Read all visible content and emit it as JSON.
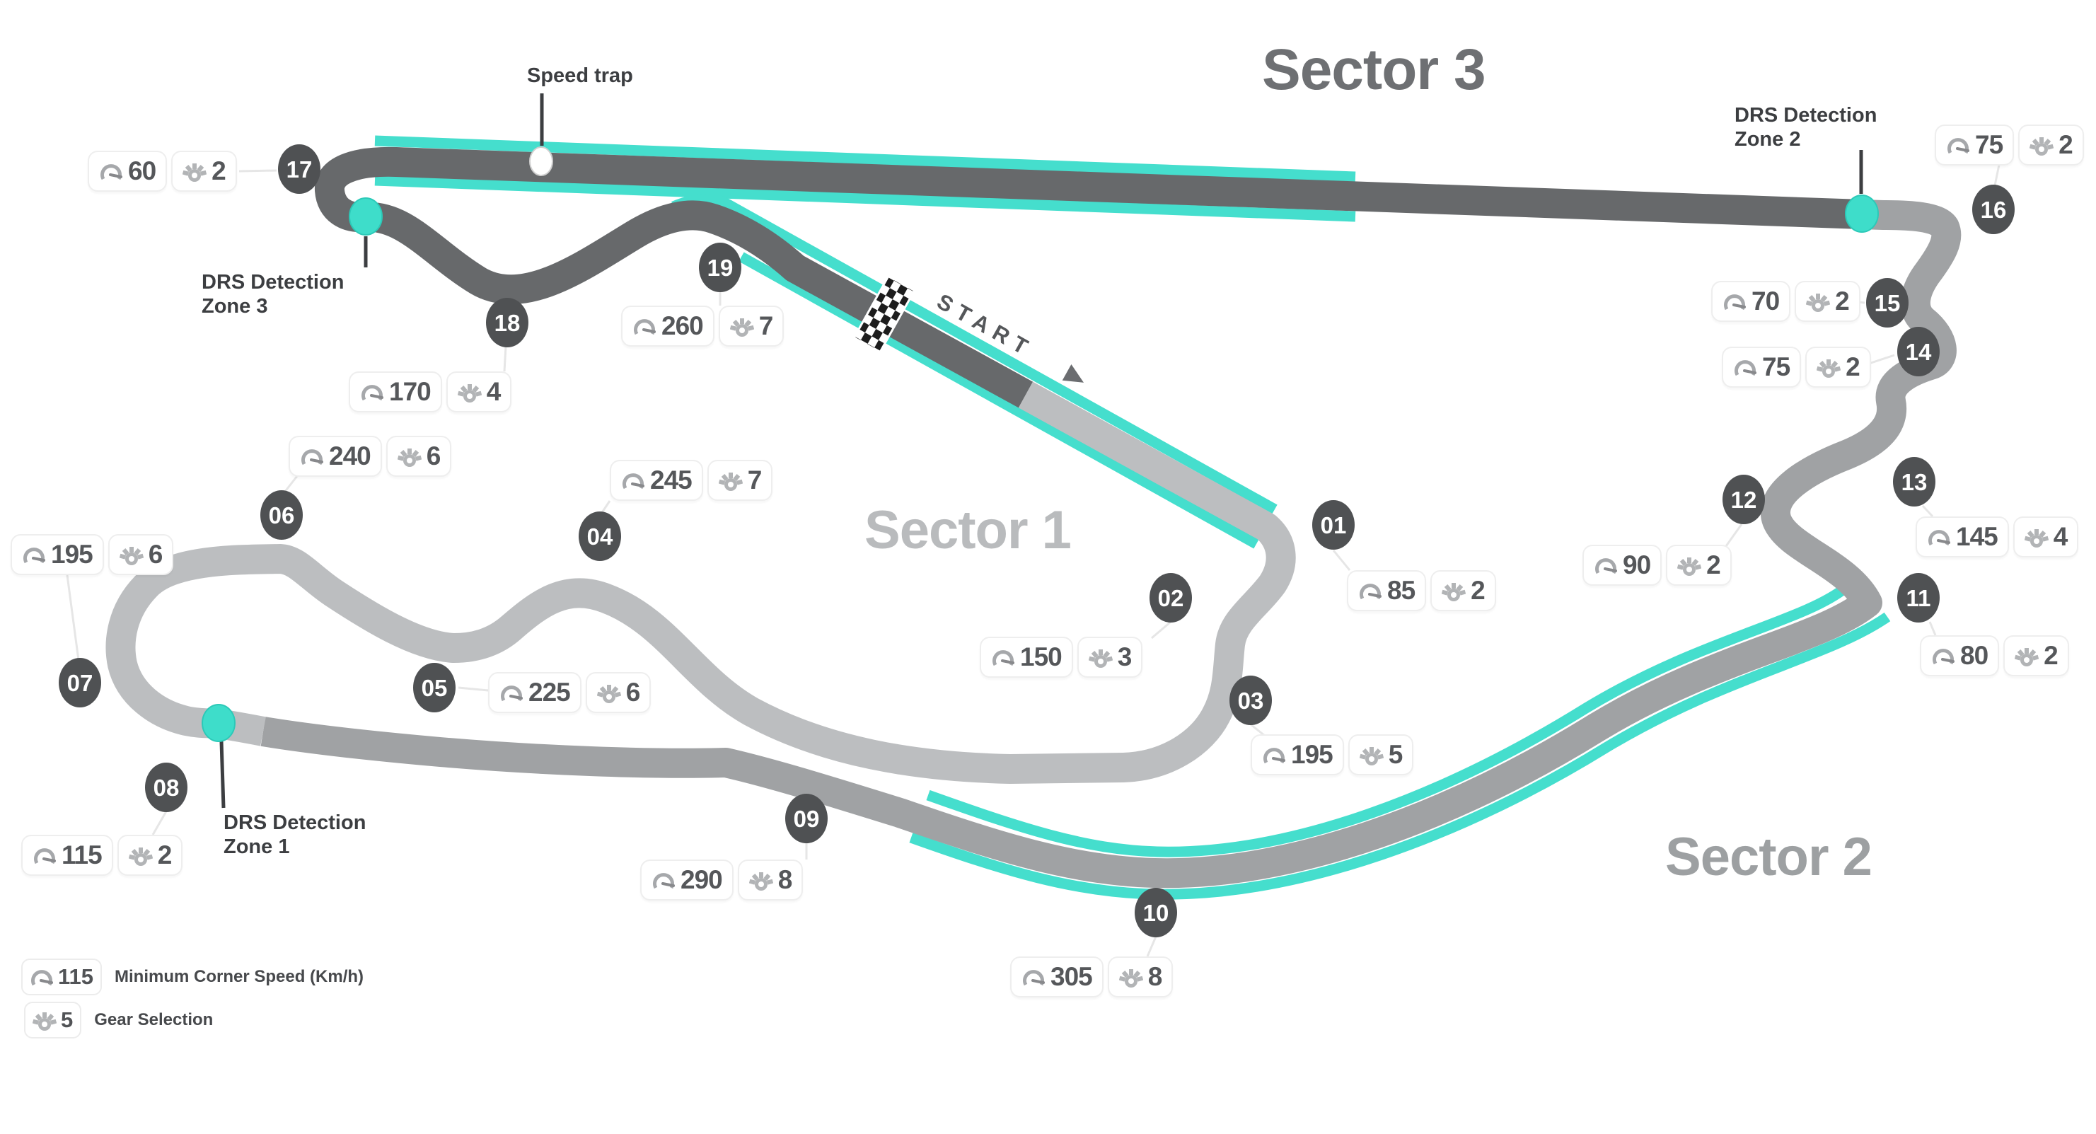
{
  "sectors": {
    "s1": "Sector 1",
    "s2": "Sector 2",
    "s3": "Sector 3"
  },
  "start_label": "START",
  "speed_trap_label": "Speed trap",
  "drs_zones": [
    {
      "line1": "DRS Detection",
      "line2": "Zone 1"
    },
    {
      "line1": "DRS Detection",
      "line2": "Zone 2"
    },
    {
      "line1": "DRS Detection",
      "line2": "Zone 3"
    }
  ],
  "turns": [
    {
      "number": "01",
      "speed": "85",
      "gear": "2"
    },
    {
      "number": "02",
      "speed": "150",
      "gear": "3"
    },
    {
      "number": "03",
      "speed": "195",
      "gear": "5"
    },
    {
      "number": "04",
      "speed": "245",
      "gear": "7"
    },
    {
      "number": "05",
      "speed": "225",
      "gear": "6"
    },
    {
      "number": "06",
      "speed": "240",
      "gear": "6"
    },
    {
      "number": "07",
      "speed": "195",
      "gear": "6"
    },
    {
      "number": "08",
      "speed": "115",
      "gear": "2"
    },
    {
      "number": "09",
      "speed": "290",
      "gear": "8"
    },
    {
      "number": "10",
      "speed": "305",
      "gear": "8"
    },
    {
      "number": "11",
      "speed": "80",
      "gear": "2"
    },
    {
      "number": "12",
      "speed": "90",
      "gear": "2"
    },
    {
      "number": "13",
      "speed": "145",
      "gear": "4"
    },
    {
      "number": "14",
      "speed": "75",
      "gear": "2"
    },
    {
      "number": "15",
      "speed": "70",
      "gear": "2"
    },
    {
      "number": "16",
      "speed": "75",
      "gear": "2"
    },
    {
      "number": "17",
      "speed": "60",
      "gear": "2"
    },
    {
      "number": "18",
      "speed": "170",
      "gear": "4"
    },
    {
      "number": "19",
      "speed": "260",
      "gear": "7"
    }
  ],
  "legend": {
    "speed_value": "115",
    "speed_label": "Minimum Corner Speed (Km/h)",
    "gear_value": "5",
    "gear_label": "Gear Selection"
  },
  "colors": {
    "drs_zone": "#45decd",
    "sector1_track": "#bcbec0",
    "sector2_track": "#a0a2a4",
    "sector3_track": "#67696b",
    "marker": "#4f5153"
  }
}
